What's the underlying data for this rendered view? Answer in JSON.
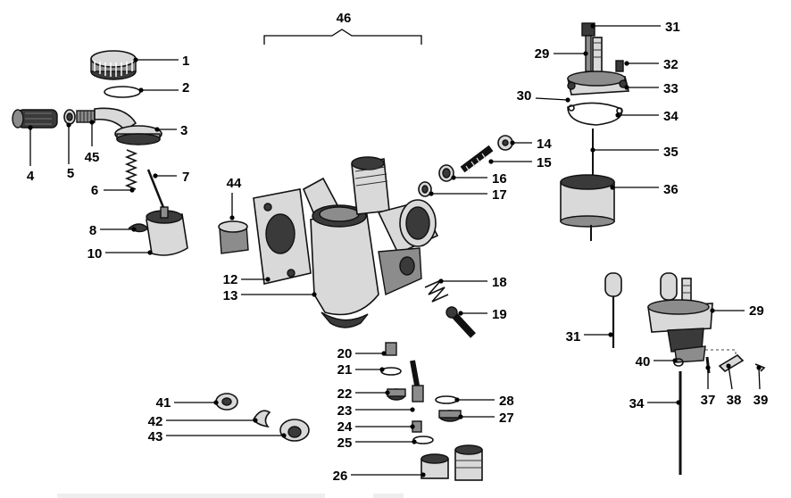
{
  "diagram": {
    "labels": [
      "1",
      "2",
      "3",
      "4",
      "5",
      "45",
      "6",
      "7",
      "8",
      "10",
      "44",
      "12",
      "13",
      "46",
      "14",
      "15",
      "16",
      "17",
      "18",
      "19",
      "20",
      "21",
      "22",
      "23",
      "24",
      "25",
      "26",
      "27",
      "28",
      "41",
      "42",
      "43",
      "31",
      "29",
      "32",
      "30",
      "33",
      "34",
      "35",
      "36",
      "40",
      "37",
      "38",
      "39"
    ]
  }
}
